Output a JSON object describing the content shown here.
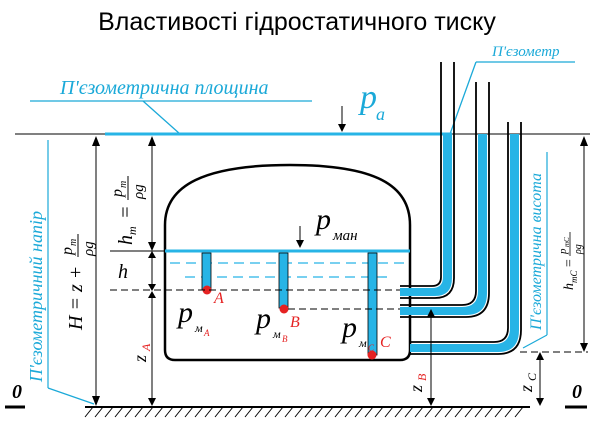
{
  "title": "Властивості гідростатичного тиску",
  "labels": {
    "piezometer": "П'єзометр",
    "piezometric_plane": "П'єзометрична площина",
    "piezometric_head": "П'єзометричний напір",
    "piezometric_height": "П'єзометрична висота",
    "p": "p",
    "a_sub": "a",
    "man_sub": "ман",
    "m_sub": "м",
    "H_eq": "H = z +",
    "pm": "p",
    "m": "m",
    "rho_g": "ρg",
    "h_m": "h",
    "h_m_sub": "m",
    "equals": "=",
    "h": "h",
    "z": "z",
    "A": "A",
    "B": "B",
    "C": "C",
    "zero": "0",
    "h_mc": "h",
    "mc_sub": "mC",
    "c_sub": "C"
  },
  "colors": {
    "water": "#27b4e6",
    "accent_text": "#1ba9d8",
    "points": "#e52222",
    "lines": "#000000"
  }
}
